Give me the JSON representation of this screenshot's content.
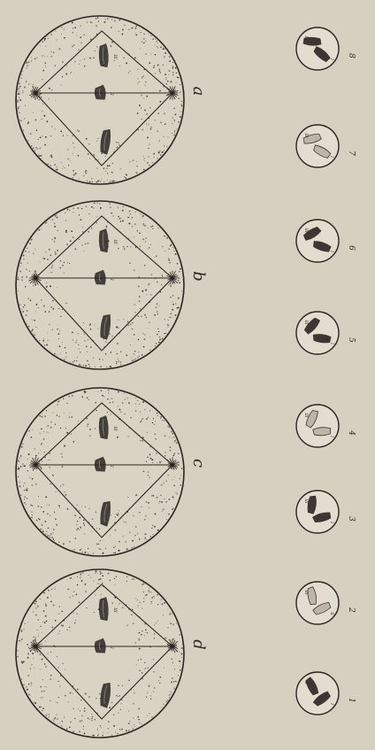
{
  "figure": {
    "paper_color": "#d6d0c0",
    "ink_color": "#2a2622",
    "spindle_panels": [
      {
        "id": "a",
        "label": "a",
        "chromosome_labels": [
          "III",
          "II",
          "I"
        ]
      },
      {
        "id": "b",
        "label": "b",
        "chromosome_labels": [
          "III",
          "II",
          "I"
        ]
      },
      {
        "id": "c",
        "label": "c",
        "chromosome_labels": [
          "III",
          "II",
          "I"
        ]
      },
      {
        "id": "d",
        "label": "d",
        "chromosome_labels": [
          "III",
          "II",
          "I"
        ]
      }
    ],
    "nuclei": [
      {
        "number": "1",
        "chromosome_labels": [
          "II",
          "I"
        ]
      },
      {
        "number": "2",
        "chromosome_labels": [
          "III",
          "II"
        ]
      },
      {
        "number": "3",
        "chromosome_labels": [
          "III",
          "I"
        ]
      },
      {
        "number": "4",
        "chromosome_labels": [
          "III",
          "I"
        ]
      },
      {
        "number": "5",
        "chromosome_labels": [
          "III",
          "I"
        ]
      },
      {
        "number": "6",
        "chromosome_labels": [
          "III",
          "I"
        ]
      },
      {
        "number": "7",
        "chromosome_labels": [
          "III",
          "I"
        ]
      },
      {
        "number": "8",
        "chromosome_labels": [
          "III",
          "I"
        ]
      }
    ]
  }
}
